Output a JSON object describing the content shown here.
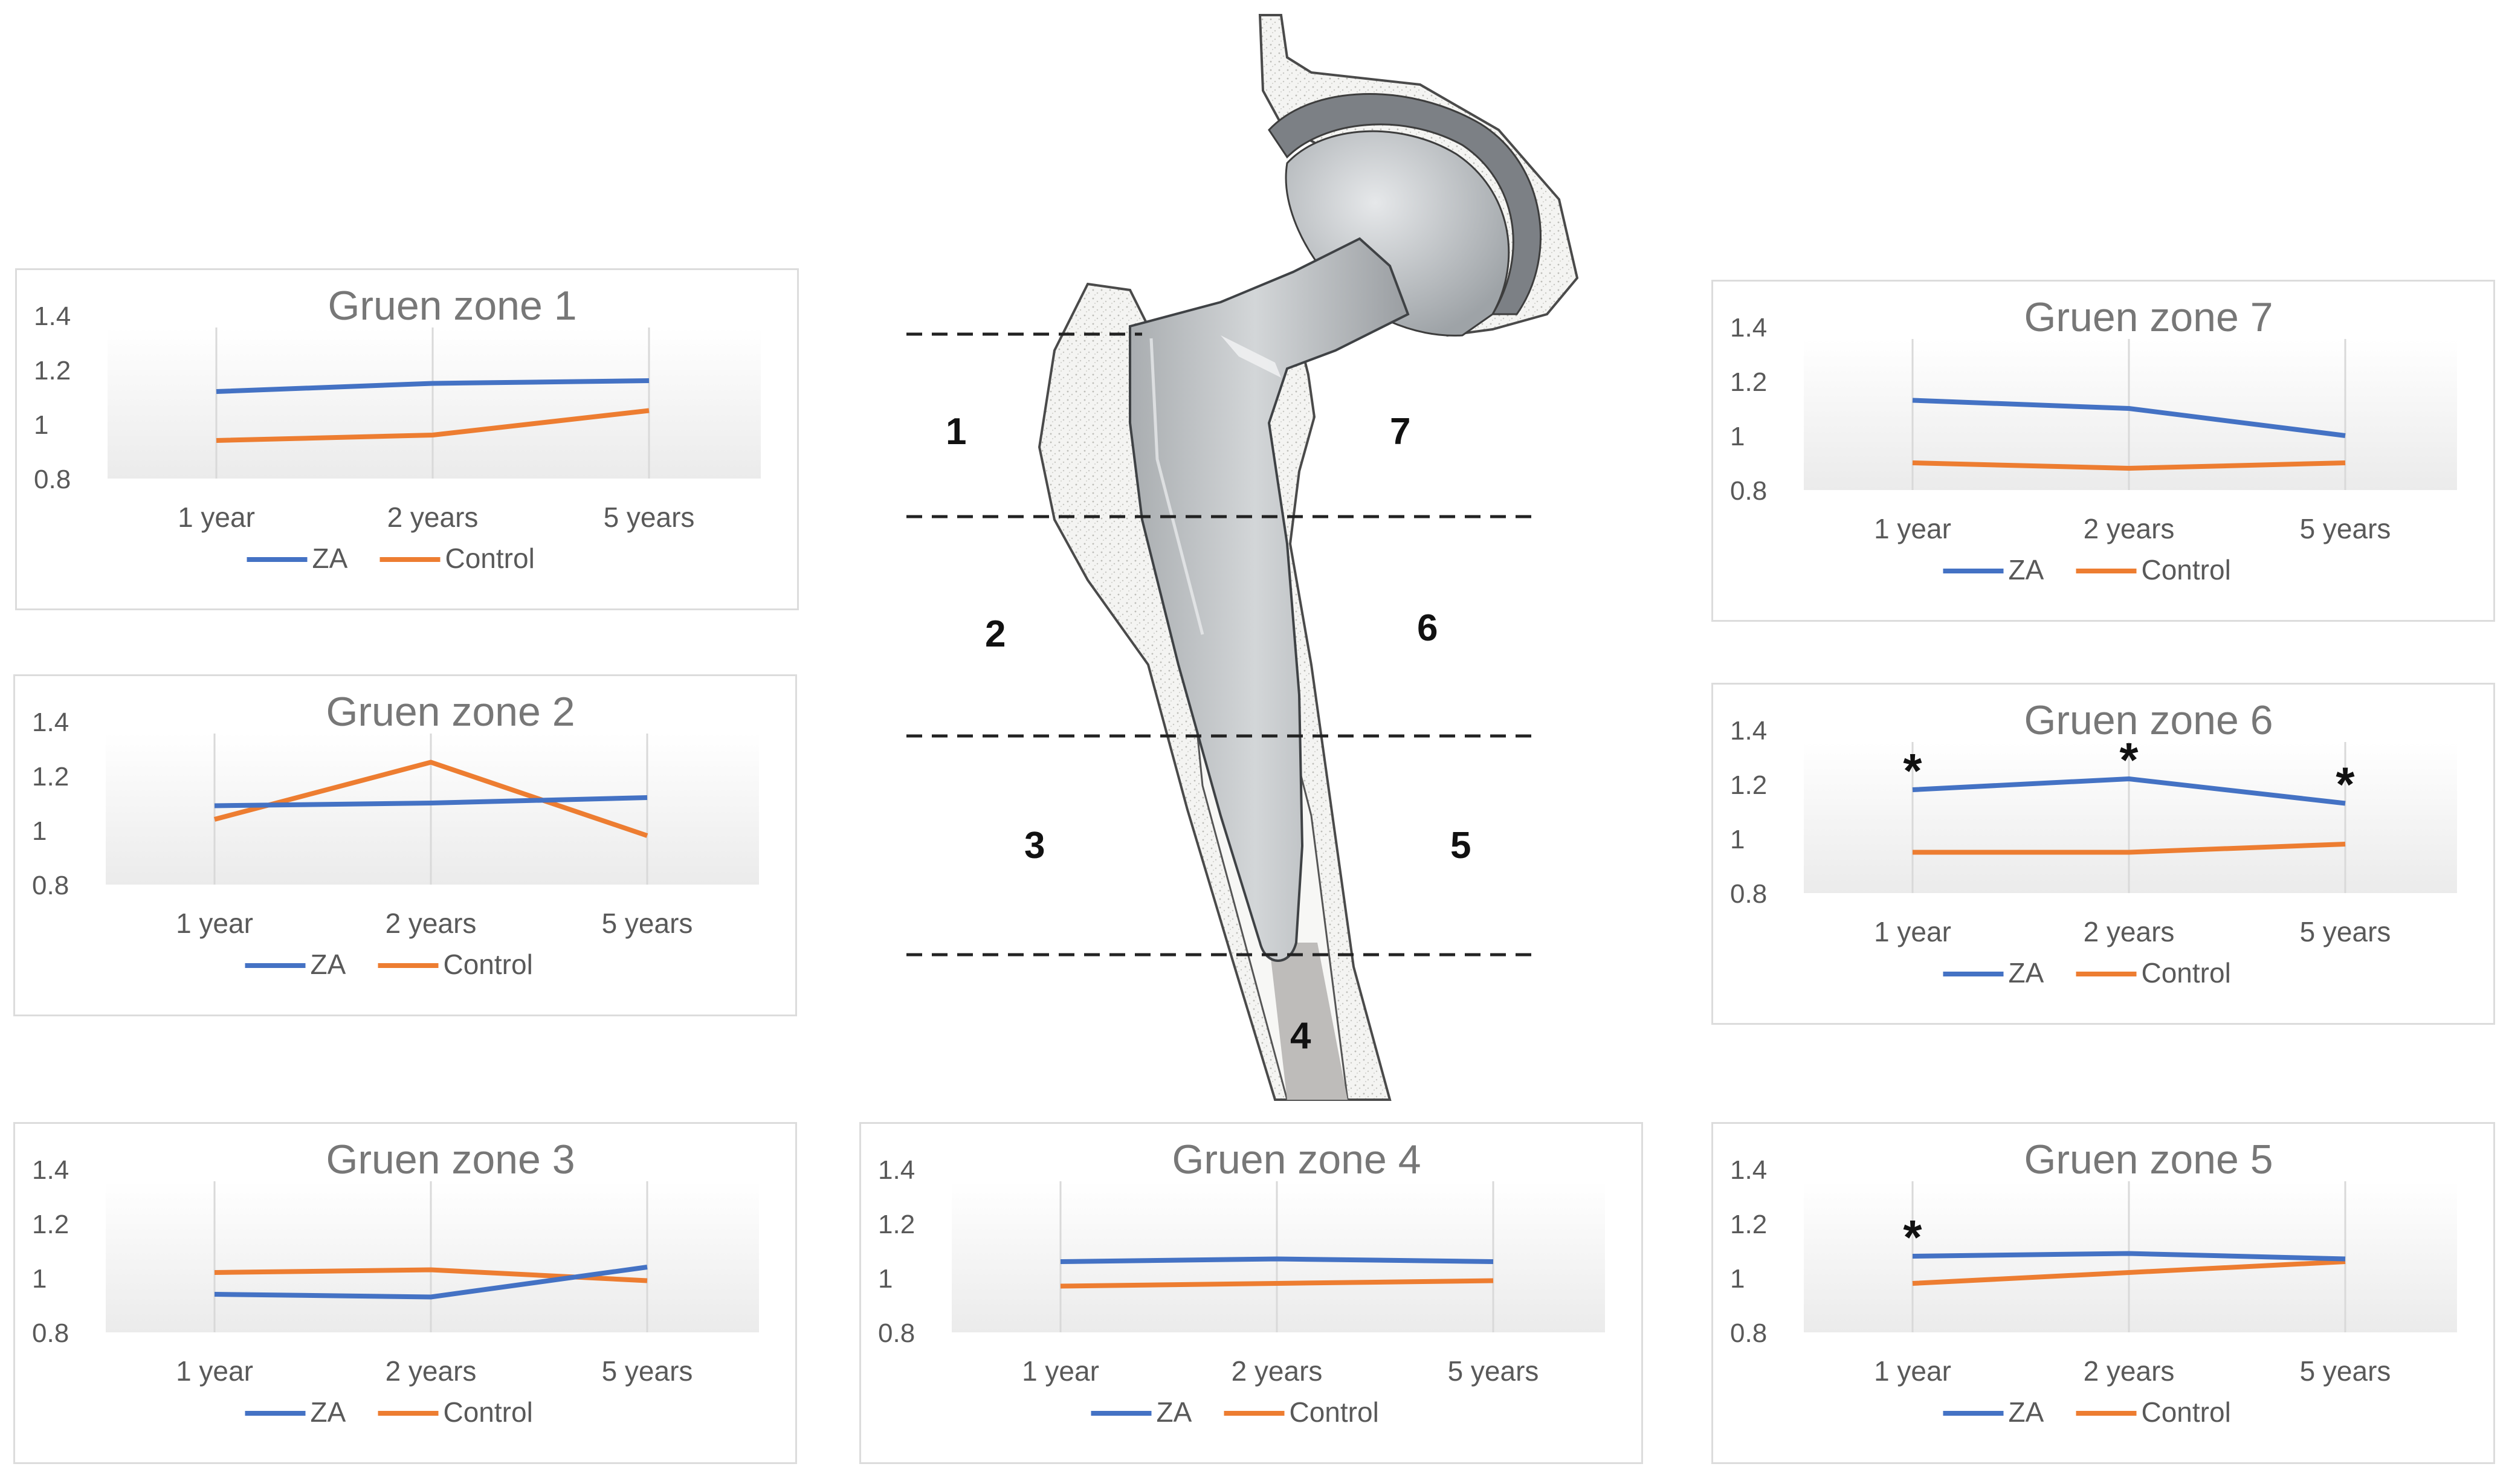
{
  "colors": {
    "za": "#4472c4",
    "control": "#ed7d31",
    "axis_text": "#595959",
    "title_text": "#777777",
    "grid": "#d9d9d9"
  },
  "legend": {
    "za": "ZA",
    "control": "Control"
  },
  "diagram": {
    "zone_labels": [
      "1",
      "2",
      "3",
      "4",
      "5",
      "6",
      "7"
    ]
  },
  "chart_data": [
    {
      "id": "zone1",
      "type": "line",
      "title": "Gruen zone 1",
      "categories": [
        "1 year",
        "2 years",
        "5 years"
      ],
      "y_ticks": [
        "1.4",
        "1.2",
        "1",
        "0.8"
      ],
      "ylim": [
        0.8,
        1.4
      ],
      "series": [
        {
          "name": "ZA",
          "values": [
            1.12,
            1.15,
            1.16
          ]
        },
        {
          "name": "Control",
          "values": [
            0.94,
            0.96,
            1.05
          ]
        }
      ],
      "significant": [
        false,
        false,
        false
      ]
    },
    {
      "id": "zone2",
      "type": "line",
      "title": "Gruen zone 2",
      "categories": [
        "1 year",
        "2 years",
        "5 years"
      ],
      "y_ticks": [
        "1.4",
        "1.2",
        "1",
        "0.8"
      ],
      "ylim": [
        0.8,
        1.4
      ],
      "series": [
        {
          "name": "ZA",
          "values": [
            1.09,
            1.1,
            1.12
          ]
        },
        {
          "name": "Control",
          "values": [
            1.04,
            1.25,
            0.98
          ]
        }
      ],
      "significant": [
        false,
        false,
        false
      ]
    },
    {
      "id": "zone3",
      "type": "line",
      "title": "Gruen zone 3",
      "categories": [
        "1 year",
        "2 years",
        "5 years"
      ],
      "y_ticks": [
        "1.4",
        "1.2",
        "1",
        "0.8"
      ],
      "ylim": [
        0.8,
        1.4
      ],
      "series": [
        {
          "name": "ZA",
          "values": [
            0.94,
            0.93,
            1.04
          ]
        },
        {
          "name": "Control",
          "values": [
            1.02,
            1.03,
            0.99
          ]
        }
      ],
      "significant": [
        false,
        false,
        false
      ]
    },
    {
      "id": "zone4",
      "type": "line",
      "title": "Gruen zone 4",
      "categories": [
        "1 year",
        "2 years",
        "5 years"
      ],
      "y_ticks": [
        "1.4",
        "1.2",
        "1",
        "0.8"
      ],
      "ylim": [
        0.8,
        1.4
      ],
      "series": [
        {
          "name": "ZA",
          "values": [
            1.06,
            1.07,
            1.06
          ]
        },
        {
          "name": "Control",
          "values": [
            0.97,
            0.98,
            0.99
          ]
        }
      ],
      "significant": [
        false,
        false,
        false
      ]
    },
    {
      "id": "zone5",
      "type": "line",
      "title": "Gruen zone 5",
      "categories": [
        "1 year",
        "2 years",
        "5 years"
      ],
      "y_ticks": [
        "1.4",
        "1.2",
        "1",
        "0.8"
      ],
      "ylim": [
        0.8,
        1.4
      ],
      "series": [
        {
          "name": "ZA",
          "values": [
            1.08,
            1.09,
            1.07
          ]
        },
        {
          "name": "Control",
          "values": [
            0.98,
            1.02,
            1.06
          ]
        }
      ],
      "significant": [
        true,
        false,
        false
      ]
    },
    {
      "id": "zone6",
      "type": "line",
      "title": "Gruen zone 6",
      "categories": [
        "1 year",
        "2 years",
        "5 years"
      ],
      "y_ticks": [
        "1.4",
        "1.2",
        "1",
        "0.8"
      ],
      "ylim": [
        0.8,
        1.4
      ],
      "series": [
        {
          "name": "ZA",
          "values": [
            1.18,
            1.22,
            1.13
          ]
        },
        {
          "name": "Control",
          "values": [
            0.95,
            0.95,
            0.98
          ]
        }
      ],
      "significant": [
        true,
        true,
        true
      ]
    },
    {
      "id": "zone7",
      "type": "line",
      "title": "Gruen zone 7",
      "categories": [
        "1 year",
        "2 years",
        "5 years"
      ],
      "y_ticks": [
        "1.4",
        "1.2",
        "1",
        "0.8"
      ],
      "ylim": [
        0.8,
        1.4
      ],
      "series": [
        {
          "name": "ZA",
          "values": [
            1.13,
            1.1,
            1.0
          ]
        },
        {
          "name": "Control",
          "values": [
            0.9,
            0.88,
            0.9
          ]
        }
      ],
      "significant": [
        false,
        false,
        false
      ]
    }
  ]
}
